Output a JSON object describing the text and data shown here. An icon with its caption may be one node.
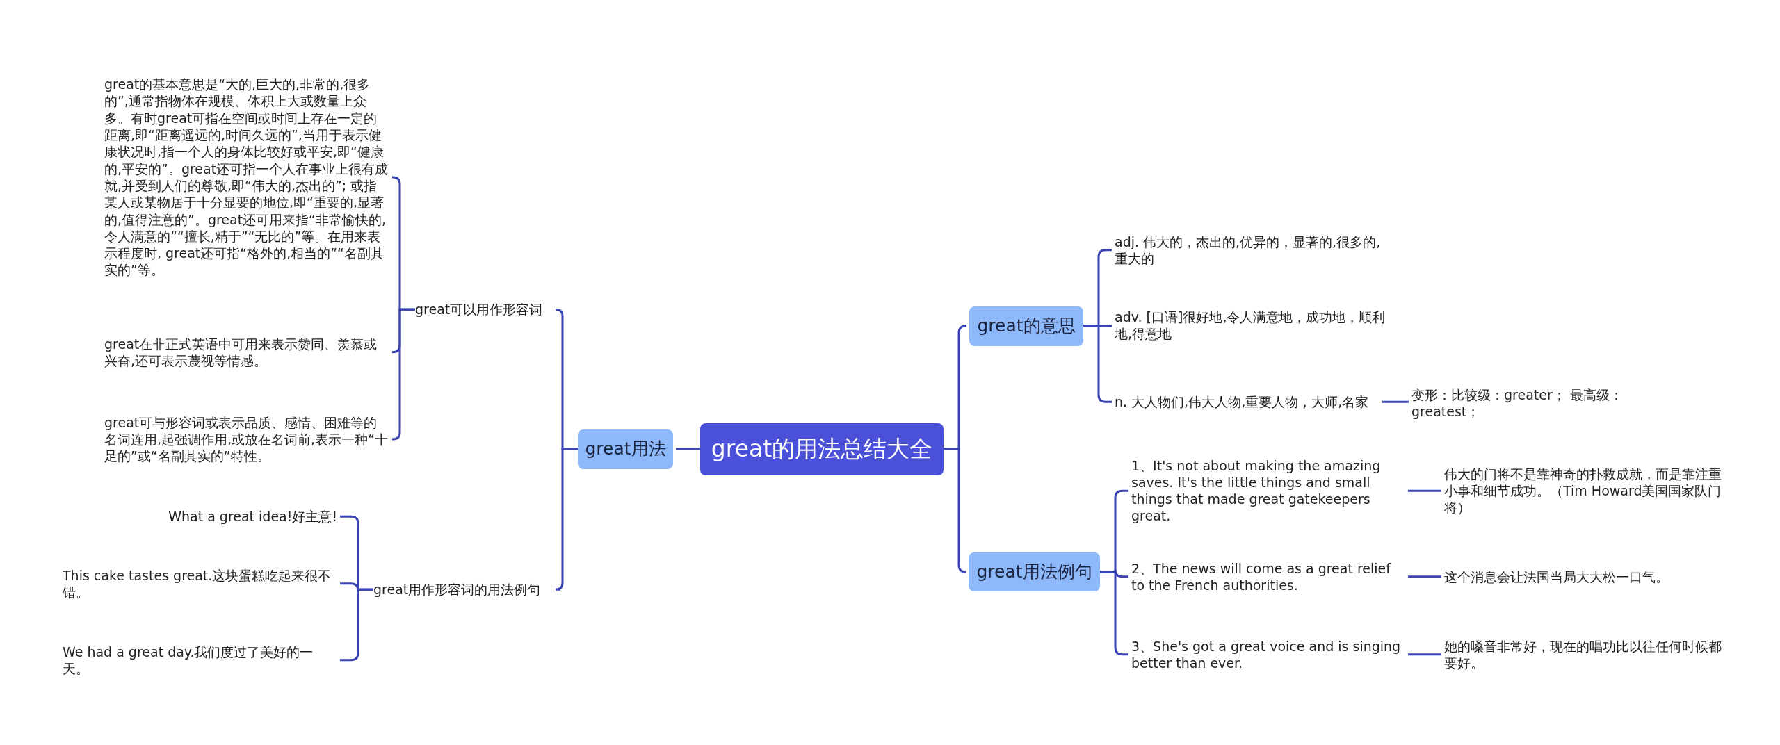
{
  "diagram": {
    "nodes": [
      {
        "text": [
          "great的用法总结大全"
        ]
      },
      {
        "text": [
          "great用法"
        ]
      },
      {
        "text": [
          "great可以用作形容词"
        ]
      },
      {
        "text": [
          "great的基本意思是“大的,巨大的,非常的,很多的”,通常指物体在规模、体积上大或数量上众多。有时great可指在空间或时间上存在一定的距离,即“距离遥远的,时间久远的”,当用于表示健康状况时,指一个人的身体比较好或平安,即“健康的,平安的”。great还可指一个人在事业上很有成就,并受到人们的尊敬,即“伟大的,杰出的”; 或指某人或某物居于十分显要的地位,即“重要的,显著的,值得注意的”。great还可用来指“非常愉快的,令人满意的”“擅长,精于”“无比的”等。在用来表示程度时, great还可指“格外的,相当的”“名副其实的”等。"
        ]
      },
      {
        "text": [
          "great在非正式英语中可用来表示赞同、羡慕或兴奋,还可表示蔑视等情感。"
        ]
      },
      {
        "text": [
          "great可与形容词或表示品质、感情、困难等的名词连用,起强调作用,或放在名词前,表示一种“十足的”或“名副其实的”特性。"
        ]
      },
      {
        "text": [
          "great用作形容词的用法例句"
        ]
      },
      {
        "text": [
          "What a great idea!好主意!"
        ]
      },
      {
        "text": [
          "This cake tastes great.这块蛋糕吃起来很不错。"
        ]
      },
      {
        "text": [
          "We had a great day.我们度过了美好的一天。"
        ]
      },
      {
        "text": [
          "great的意思"
        ]
      },
      {
        "text": [
          "adj. 伟大的，杰出的,优异的，显著的,很多的,重大的"
        ]
      },
      {
        "text": [
          "adv. [口语]很好地,令人满意地，成功地，顺利地,得意地"
        ]
      },
      {
        "text": [
          "n. 大人物们,伟大人物,重要人物，大师,名家"
        ]
      },
      {
        "text": [
          "变形：比较级：greater； 最高级：greatest；"
        ]
      },
      {
        "text": [
          "great用法例句"
        ]
      },
      {
        "text": [
          "1、It's not about making the amazing saves. It's the little things and small things that made great gatekeepers great."
        ]
      },
      {
        "text": [
          "伟大的门将不是靠神奇的扑救成就，而是靠注重小事和细节成功。（Tim Howard美国国家队门将）"
        ]
      },
      {
        "text": [
          "2、The news will come as a great relief to the French authorities."
        ]
      },
      {
        "text": [
          "这个消息会让法国当局大大松一口气。"
        ]
      },
      {
        "text": [
          "3、She's got a great voice and is singing better than ever."
        ]
      },
      {
        "text": [
          "她的嗓音非常好，现在的唱功比以往任何时候都要好。"
        ]
      }
    ],
    "edges": [
      {
        "from": 0,
        "to": 1,
        "arrow": "none"
      },
      {
        "from": 0,
        "to": 10,
        "arrow": "none"
      },
      {
        "from": 0,
        "to": 15,
        "arrow": "none"
      },
      {
        "from": 1,
        "to": 2,
        "arrow": "none"
      },
      {
        "from": 1,
        "to": 6,
        "arrow": "none"
      },
      {
        "from": 2,
        "to": 3,
        "arrow": "none"
      },
      {
        "from": 2,
        "to": 4,
        "arrow": "none"
      },
      {
        "from": 2,
        "to": 5,
        "arrow": "none"
      },
      {
        "from": 6,
        "to": 7,
        "arrow": "none"
      },
      {
        "from": 6,
        "to": 8,
        "arrow": "none"
      },
      {
        "from": 6,
        "to": 9,
        "arrow": "none"
      },
      {
        "from": 10,
        "to": 11,
        "arrow": "none"
      },
      {
        "from": 10,
        "to": 12,
        "arrow": "none"
      },
      {
        "from": 10,
        "to": 13,
        "arrow": "none"
      },
      {
        "from": 13,
        "to": 14,
        "arrow": "none"
      },
      {
        "from": 15,
        "to": 16,
        "arrow": "none"
      },
      {
        "from": 15,
        "to": 18,
        "arrow": "none"
      },
      {
        "from": 15,
        "to": 20,
        "arrow": "none"
      },
      {
        "from": 16,
        "to": 17,
        "arrow": "none"
      },
      {
        "from": 18,
        "to": 19,
        "arrow": "none"
      },
      {
        "from": 20,
        "to": 21,
        "arrow": "none"
      }
    ]
  }
}
